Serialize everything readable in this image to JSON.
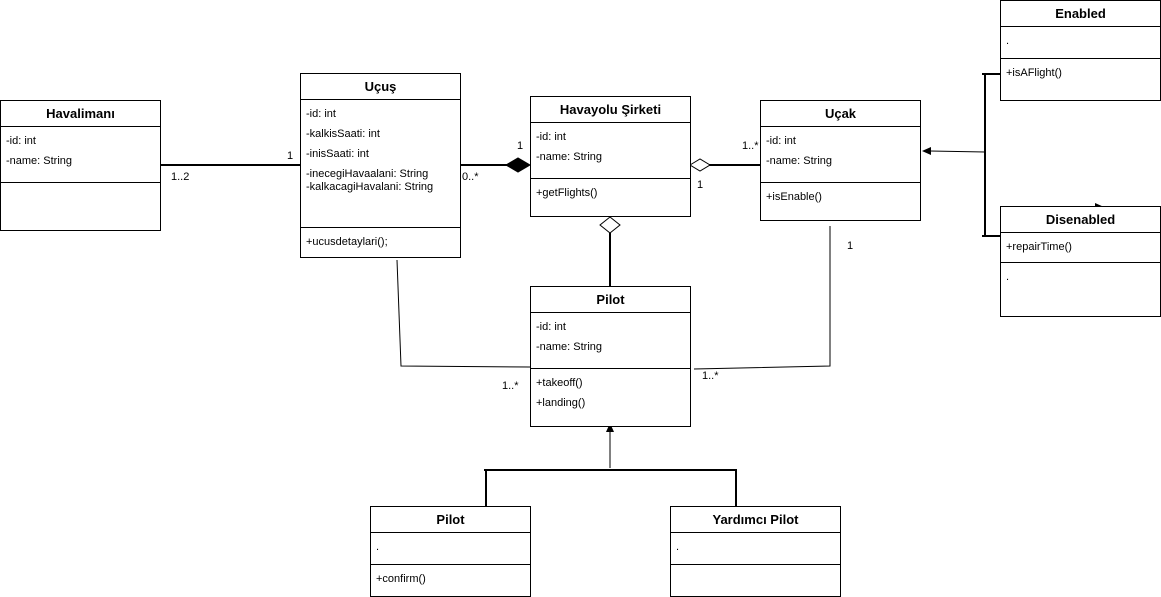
{
  "classes": {
    "havalimani": {
      "name": "Havalimanı",
      "attributes": [
        "-id: int",
        "-name: String"
      ],
      "methods": []
    },
    "ucus": {
      "name": "Uçuş",
      "attributes": [
        "-id: int",
        "-kalkisSaati: int",
        "-inisSaati: int",
        "-inecegiHavaalani: String",
        "-kalkacagiHavalani: String"
      ],
      "methods": [
        "+ucusdetaylari();"
      ]
    },
    "havayolu": {
      "name": "Havayolu Şirketi",
      "attributes": [
        "-id: int",
        "-name: String"
      ],
      "methods": [
        "+getFlights()"
      ]
    },
    "ucak": {
      "name": "Uçak",
      "attributes": [
        "-id: int",
        "-name: String"
      ],
      "methods": [
        "+isEnable()"
      ]
    },
    "enabled": {
      "name": "Enabled",
      "attributes": [
        "."
      ],
      "methods": [
        "+isAFlight()"
      ]
    },
    "disenabled": {
      "name": "Disenabled",
      "attributes": [
        "+repairTime()"
      ],
      "methods": [
        "."
      ]
    },
    "pilot": {
      "name": "Pilot",
      "attributes": [
        "-id: int",
        "-name: String"
      ],
      "methods": [
        "+takeoff()",
        "+landing()"
      ]
    },
    "pilotSub": {
      "name": "Pilot",
      "attributes": [
        "."
      ],
      "methods": [
        "+confirm()"
      ]
    },
    "yardimci": {
      "name": "Yardımcı Pilot",
      "attributes": [
        "."
      ],
      "methods": []
    }
  },
  "multiplicities": {
    "havalimani_ucus_near_ucus": "1",
    "havalimani_ucus_near_havalimani": "1..2",
    "ucus_havayolu_near_havayolu": "1",
    "ucus_havayolu_near_ucus": "0..*",
    "havayolu_ucak_near_ucak": "1..*",
    "havayolu_ucak_near_havayolu": "1",
    "ucak_pilot_near_ucak": "1",
    "ucak_pilot_near_pilot": "1..*",
    "ucus_pilot_near_pilot": "1..*"
  }
}
